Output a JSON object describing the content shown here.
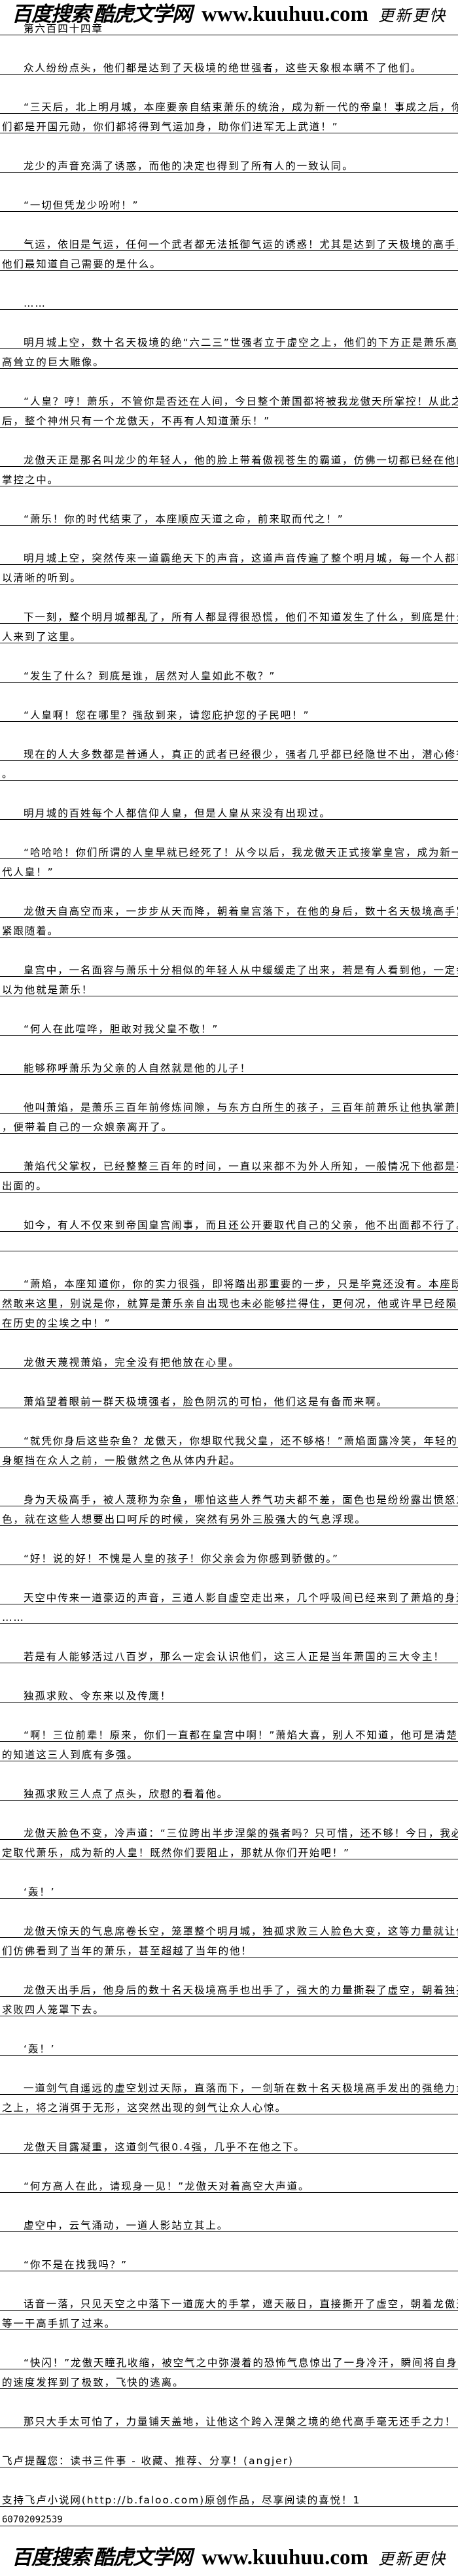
{
  "logo": {
    "baidu": "百度搜索",
    "site": "酷虎文学网",
    "url": "www.kuuhuu.com",
    "slogan": "更新更快"
  },
  "chapter_title": "第六百四十四章",
  "paragraphs": [
    {
      "lines": [
        "众人纷纷点头，他们都是达到了天极境的绝世强者，这些天象根本瞒不了他们。"
      ]
    },
    {
      "lines": [
        "“三天后，北上明月城，本座要亲自结束萧乐的统治，成为新一代的帝皇！事成之后，你",
        "们都是开国元勋，你们都将得到气运加身，助你们进军无上武道！”"
      ]
    },
    {
      "lines": [
        "龙少的声音充满了诱惑，而他的决定也得到了所有人的一致认同。"
      ]
    },
    {
      "lines": [
        "“一切但凭龙少吩咐！”"
      ]
    },
    {
      "lines": [
        "气运，依旧是气运，任何一个武者都无法抵御气运的诱惑！尤其是达到了天极境的高手，",
        "他们最知道自己需要的是什么。"
      ]
    },
    {
      "lines": [
        "……"
      ]
    },
    {
      "lines": [
        "明月城上空，数十名天极境的绝“六二三”世强者立于虚空之上，他们的下方正是萧乐高",
        "高耸立的巨大雕像。"
      ]
    },
    {
      "lines": [
        "“人皇？哼！萧乐，不管你是否还在人间，今日整个萧国都将被我龙傲天所掌控！从此之",
        "后，整个神州只有一个龙傲天，不再有人知道萧乐！”"
      ]
    },
    {
      "lines": [
        "龙傲天正是那名叫龙少的年轻人，他的脸上带着傲视苍生的霸道，仿佛一切都已经在他的",
        "掌控之中。"
      ]
    },
    {
      "lines": [
        "“萧乐！你的时代结束了，本座顺应天道之命，前来取而代之！”"
      ]
    },
    {
      "lines": [
        "明月城上空，突然传来一道霸绝天下的声音，这道声音传遍了整个明月城，每一个人都可",
        "以清晰的听到。"
      ]
    },
    {
      "lines": [
        "下一刻，整个明月城都乱了，所有人都显得很恐慌，他们不知道发生了什么，到底是什么",
        "人来到了这里。"
      ]
    },
    {
      "lines": [
        "“发生了什么？到底是谁，居然对人皇如此不敬？”"
      ]
    },
    {
      "lines": [
        "“人皇啊！您在哪里？强敌到来，请您庇护您的子民吧！”"
      ]
    },
    {
      "lines": [
        "现在的人大多数都是普通人，真正的武者已经很少，强者几乎都已经隐世不出，潜心修行",
        "。"
      ]
    },
    {
      "lines": [
        "明月城的百姓每个人都信仰人皇，但是人皇从来没有出现过。"
      ]
    },
    {
      "lines": [
        "“哈哈哈！你们所谓的人皇早就已经死了！从今以后，我龙傲天正式接掌皇宫，成为新一",
        "代人皇！”"
      ]
    },
    {
      "lines": [
        "龙傲天自高空而来，一步步从天而降，朝着皇宫落下，在他的身后，数十名天极境高手紧",
        "紧跟随着。"
      ]
    },
    {
      "lines": [
        "皇宫中，一名面容与萧乐十分相似的年轻人从中缓缓走了出来，若是有人看到他，一定会",
        "以为他就是萧乐！"
      ]
    },
    {
      "lines": [
        "“何人在此喧哗，胆敢对我父皇不敬！”"
      ]
    },
    {
      "lines": [
        "能够称呼萧乐为父亲的人自然就是他的儿子！"
      ]
    },
    {
      "lines": [
        "他叫萧焰，是萧乐三百年前修炼间隙，与东方白所生的孩子，三百年前萧乐让他执掌萧国",
        "，便带着自己的一众娘亲离开了。"
      ]
    },
    {
      "lines": [
        "萧焰代父掌权，已经整整三百年的时间，一直以来都不为外人所知，一般情况下他都是不",
        "出面的。"
      ]
    },
    {
      "lines": [
        "如今，有人不仅来到帝国皇宫闹事，而且还公开要取代自己的父亲，他不出面都不行了。",
        ""
      ]
    },
    {
      "lines": [
        "“萧焰，本座知道你，你的实力很强，即将踏出那重要的一步，只是毕竟还没有。本座既",
        "然敢来这里，别说是你，就算是萧乐亲自出现也未必能够拦得住，更何况，他或许早已经陨落",
        "在历史的尘埃之中！”"
      ]
    },
    {
      "lines": [
        "龙傲天蔑视萧焰，完全没有把他放在心里。"
      ]
    },
    {
      "lines": [
        "萧焰望着眼前一群天极境强者，脸色阴沉的可怕，他们这是有备而来啊。"
      ]
    },
    {
      "lines": [
        "“就凭你身后这些杂鱼？龙傲天，你想取代我父皇，还不够格！”萧焰面露冷笑，年轻的",
        "身躯挡在众人之前，一股傲然之色从体内升起。"
      ]
    },
    {
      "lines": [
        "身为天极高手，被人蔑称为杂鱼，哪怕这些人养气功夫都不差，面色也是纷纷露出愤怒之",
        "色，就在这些人想要出口呵斥的时候，突然有另外三股强大的气息浮现。"
      ]
    },
    {
      "lines": [
        "“好！说的好！不愧是人皇的孩子！你父亲会为你感到骄傲的。”"
      ]
    },
    {
      "lines": [
        "天空中传来一道豪迈的声音，三道人影自虚空走出来，几个呼吸间已经来到了萧焰的身边",
        "……"
      ]
    },
    {
      "lines": [
        "若是有人能够活过八百岁，那么一定会认识他们，这三人正是当年萧国的三大令主！"
      ]
    },
    {
      "lines": [
        "独孤求败、令东来以及传鹰！"
      ]
    },
    {
      "lines": [
        "“啊！三位前辈！原来，你们一直都在皇宫中啊！”萧焰大喜，别人不知道，他可是清楚",
        "的知道这三人到底有多强。"
      ]
    },
    {
      "lines": [
        "独孤求败三人点了点头，欣慰的看着他。"
      ]
    },
    {
      "lines": [
        "龙傲天脸色不变，冷声道：“三位跨出半步涅槃的强者吗？只可惜，还不够！今日，我必",
        "定取代萧乐，成为新的人皇！既然你们要阻止，那就从你们开始吧！”"
      ]
    },
    {
      "lines": [
        "‘轰！’"
      ]
    },
    {
      "lines": [
        "龙傲天惊天的气息席卷长空，笼罩整个明月城，独孤求败三人脸色大变，这等力量就让他",
        "们仿佛看到了当年的萧乐，甚至超越了当年的他！"
      ]
    },
    {
      "lines": [
        "龙傲天出手后，他身后的数十名天极境高手也出手了，强大的力量撕裂了虚空，朝着独孤",
        "求败四人笼罩下去。"
      ]
    },
    {
      "lines": [
        "‘轰！’"
      ]
    },
    {
      "lines": [
        "一道剑气自遥远的虚空划过天际，直落而下，一剑斩在数十名天极境高手发出的强绝力量",
        "之上，将之消弭于无形，这突然出现的剑气让众人心惊。"
      ]
    },
    {
      "lines": [
        "龙傲天目露凝重，这道剑气很0.4强，几乎不在他之下。"
      ]
    },
    {
      "lines": [
        "“何方高人在此，请现身一见！”龙傲天对着高空大声道。"
      ]
    },
    {
      "lines": [
        "虚空中，云气涌动，一道人影站立其上。"
      ]
    },
    {
      "lines": [
        "“你不是在找我吗？”"
      ]
    },
    {
      "lines": [
        "话音一落，只见天空之中落下一道庞大的手掌，遮天蔽日，直接撕开了虚空，朝着龙傲天",
        "等一干高手抓了过来。"
      ]
    },
    {
      "lines": [
        "“快闪！”龙傲天瞳孔收缩，被空气之中弥漫着的恐怖气息惊出了一身冷汗，瞬间将自身",
        "的速度发挥到了极致，飞快的逃离。"
      ]
    },
    {
      "lines": [
        "那只大手太可怕了，力量铺天盖地，让他这个跨入涅槃之境的绝代高手毫无还手之力！"
      ]
    }
  ],
  "footer": {
    "reminder": "飞卢提醒您：读书三件事 - 收藏、推荐、分享！(angjer)",
    "support_lines": [
      "支持飞卢小说网(http://b.faloo.com)原创作品，尽享阅读的喜悦！1",
      "60702092539"
    ]
  }
}
